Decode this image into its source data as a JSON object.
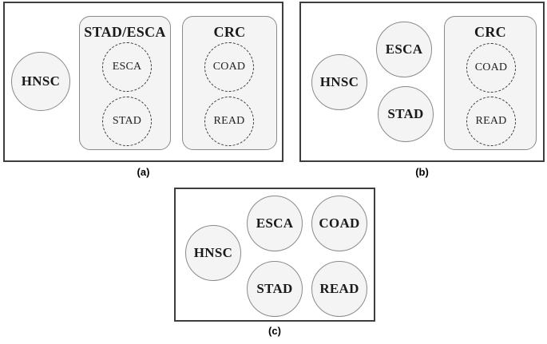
{
  "colors": {
    "panel_border": "#3d3d3d",
    "node_fill": "#f4f4f4",
    "node_border": "#8a8a8a",
    "dashed_border": "#3a3a3a",
    "text": "#1a1a1a"
  },
  "panels": {
    "a": {
      "caption": "(a)",
      "hnsc": "HNSC",
      "group1": {
        "title": "STAD/ESCA",
        "top": "ESCA",
        "bottom": "STAD"
      },
      "group2": {
        "title": "CRC",
        "top": "COAD",
        "bottom": "READ"
      }
    },
    "b": {
      "caption": "(b)",
      "hnsc": "HNSC",
      "esca": "ESCA",
      "stad": "STAD",
      "group": {
        "title": "CRC",
        "top": "COAD",
        "bottom": "READ"
      }
    },
    "c": {
      "caption": "(c)",
      "hnsc": "HNSC",
      "esca": "ESCA",
      "coad": "COAD",
      "stad": "STAD",
      "read": "READ"
    }
  }
}
